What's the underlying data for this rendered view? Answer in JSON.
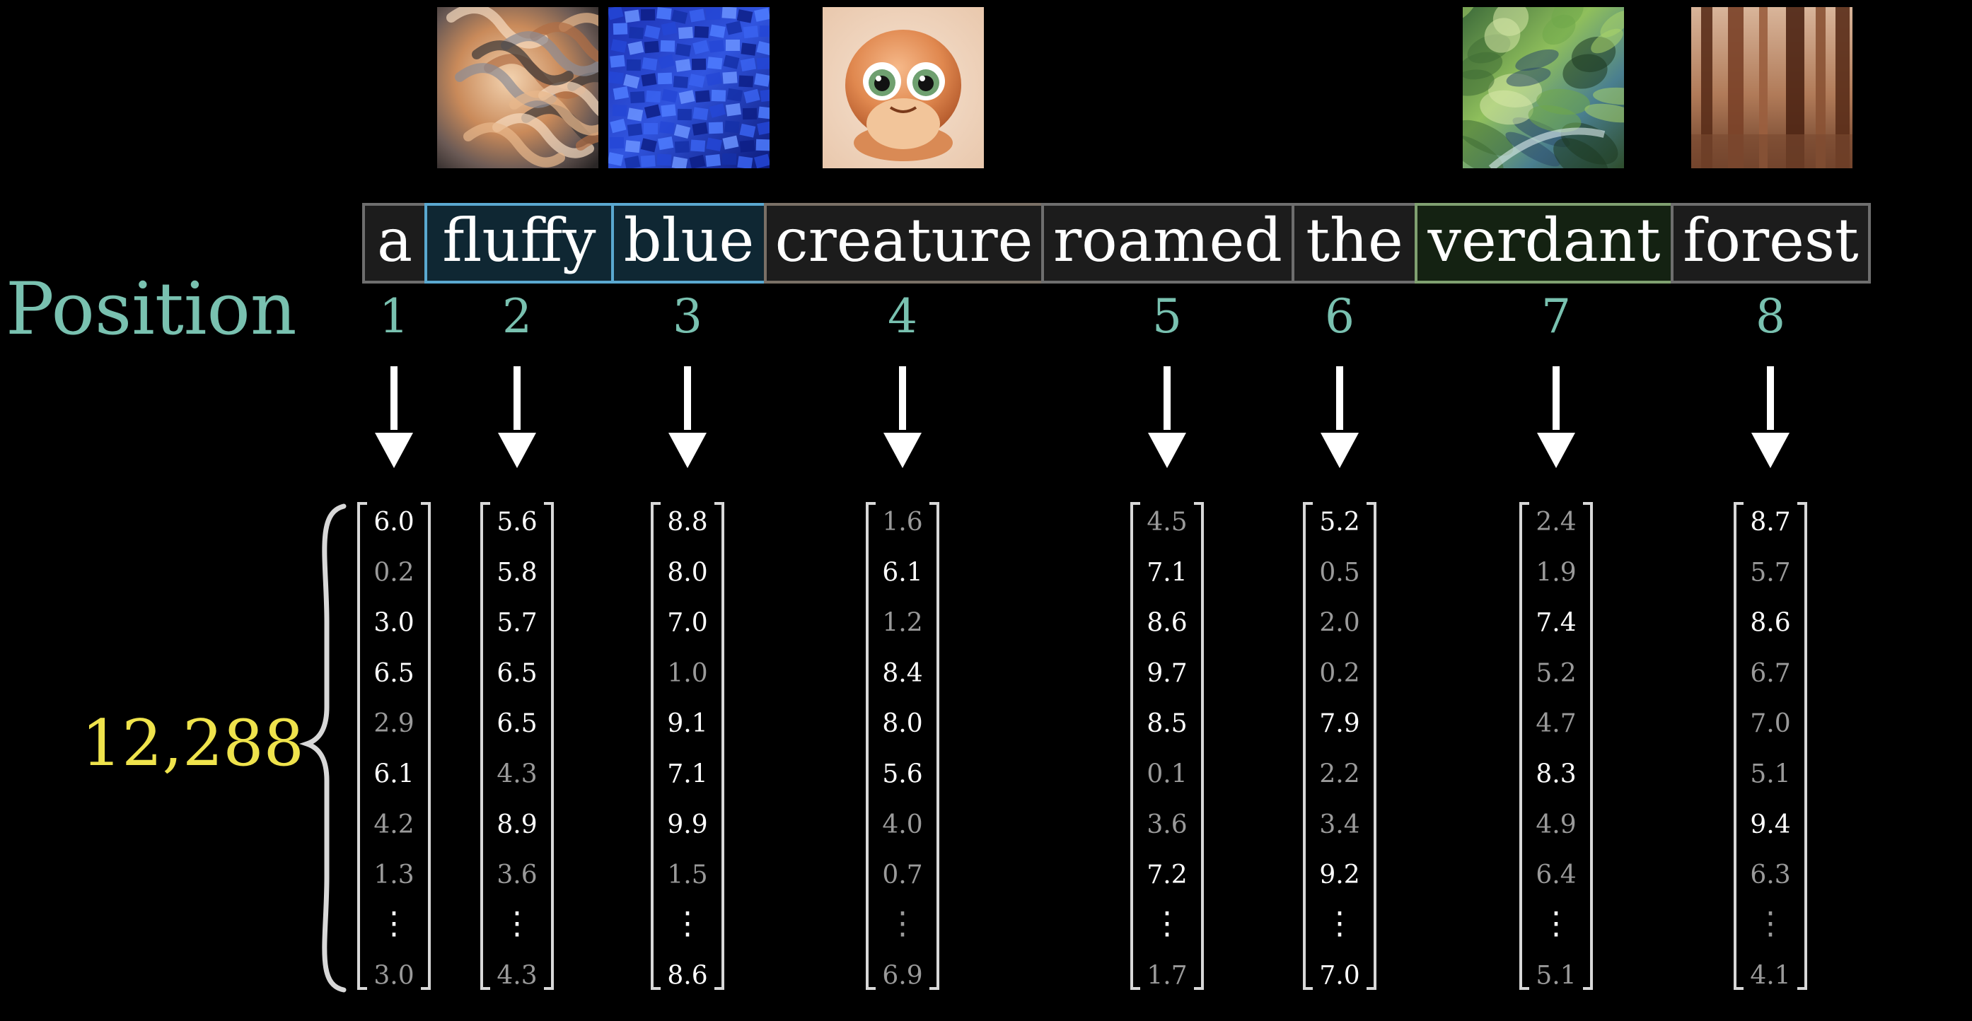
{
  "labels": {
    "position": "Position",
    "dimension": "12,288"
  },
  "colors": {
    "background": "#000000",
    "position_label": "#79C1B0",
    "dimension_label": "#EFE34C",
    "token_text": "#FFFFFF",
    "token_box_fill": "#1C1C1C",
    "token_box_border": "#6E6E6E",
    "number_bright": "#FFFFFF",
    "number_dim": "#9A9A9A",
    "bracket": "#D8D8D8",
    "arrow": "#FFFFFF"
  },
  "tokens": [
    {
      "word": "a",
      "position": "1",
      "border": "#6E6E6E",
      "fill": "#1C1C1C",
      "image": null,
      "vector": [
        {
          "v": "6.0",
          "b": true
        },
        {
          "v": "0.2",
          "b": false
        },
        {
          "v": "3.0",
          "b": true
        },
        {
          "v": "6.5",
          "b": true
        },
        {
          "v": "2.9",
          "b": false
        },
        {
          "v": "6.1",
          "b": true
        },
        {
          "v": "4.2",
          "b": false
        },
        {
          "v": "1.3",
          "b": false
        },
        {
          "v": "⋮",
          "b": true
        },
        {
          "v": "3.0",
          "b": false
        }
      ]
    },
    {
      "word": "fluffy",
      "position": "2",
      "border": "#5AA8D0",
      "fill": "#0F2733",
      "image": "fluffy-texture-image",
      "vector": [
        {
          "v": "5.6",
          "b": true
        },
        {
          "v": "5.8",
          "b": true
        },
        {
          "v": "5.7",
          "b": true
        },
        {
          "v": "6.5",
          "b": true
        },
        {
          "v": "6.5",
          "b": true
        },
        {
          "v": "4.3",
          "b": false
        },
        {
          "v": "8.9",
          "b": true
        },
        {
          "v": "3.6",
          "b": false
        },
        {
          "v": "⋮",
          "b": true
        },
        {
          "v": "4.3",
          "b": false
        }
      ]
    },
    {
      "word": "blue",
      "position": "3",
      "border": "#5AA8D0",
      "fill": "#0F2733",
      "image": "blue-texture-image",
      "vector": [
        {
          "v": "8.8",
          "b": true
        },
        {
          "v": "8.0",
          "b": true
        },
        {
          "v": "7.0",
          "b": true
        },
        {
          "v": "1.0",
          "b": false
        },
        {
          "v": "9.1",
          "b": true
        },
        {
          "v": "7.1",
          "b": true
        },
        {
          "v": "9.9",
          "b": true
        },
        {
          "v": "1.5",
          "b": false
        },
        {
          "v": "⋮",
          "b": true
        },
        {
          "v": "8.6",
          "b": true
        }
      ]
    },
    {
      "word": "creature",
      "position": "4",
      "border": "#7A7066",
      "fill": "#1C1C1C",
      "image": "creature-image",
      "vector": [
        {
          "v": "1.6",
          "b": false
        },
        {
          "v": "6.1",
          "b": true
        },
        {
          "v": "1.2",
          "b": false
        },
        {
          "v": "8.4",
          "b": true
        },
        {
          "v": "8.0",
          "b": true
        },
        {
          "v": "5.6",
          "b": true
        },
        {
          "v": "4.0",
          "b": false
        },
        {
          "v": "0.7",
          "b": false
        },
        {
          "v": "⋮",
          "b": false
        },
        {
          "v": "6.9",
          "b": false
        }
      ]
    },
    {
      "word": "roamed",
      "position": "5",
      "border": "#6E6E6E",
      "fill": "#1C1C1C",
      "image": null,
      "vector": [
        {
          "v": "4.5",
          "b": false
        },
        {
          "v": "7.1",
          "b": true
        },
        {
          "v": "8.6",
          "b": true
        },
        {
          "v": "9.7",
          "b": true
        },
        {
          "v": "8.5",
          "b": true
        },
        {
          "v": "0.1",
          "b": false
        },
        {
          "v": "3.6",
          "b": false
        },
        {
          "v": "7.2",
          "b": true
        },
        {
          "v": "⋮",
          "b": true
        },
        {
          "v": "1.7",
          "b": false
        }
      ]
    },
    {
      "word": "the",
      "position": "6",
      "border": "#6E6E6E",
      "fill": "#1C1C1C",
      "image": null,
      "vector": [
        {
          "v": "5.2",
          "b": true
        },
        {
          "v": "0.5",
          "b": false
        },
        {
          "v": "2.0",
          "b": false
        },
        {
          "v": "0.2",
          "b": false
        },
        {
          "v": "7.9",
          "b": true
        },
        {
          "v": "2.2",
          "b": false
        },
        {
          "v": "3.4",
          "b": false
        },
        {
          "v": "9.2",
          "b": true
        },
        {
          "v": "⋮",
          "b": true
        },
        {
          "v": "7.0",
          "b": true
        }
      ]
    },
    {
      "word": "verdant",
      "position": "7",
      "border": "#7FA070",
      "fill": "#142212",
      "image": "verdant-painting-image",
      "vector": [
        {
          "v": "2.4",
          "b": false
        },
        {
          "v": "1.9",
          "b": false
        },
        {
          "v": "7.4",
          "b": true
        },
        {
          "v": "5.2",
          "b": false
        },
        {
          "v": "4.7",
          "b": false
        },
        {
          "v": "8.3",
          "b": true
        },
        {
          "v": "4.9",
          "b": false
        },
        {
          "v": "6.4",
          "b": false
        },
        {
          "v": "⋮",
          "b": true
        },
        {
          "v": "5.1",
          "b": false
        }
      ]
    },
    {
      "word": "forest",
      "position": "8",
      "border": "#6E6E6E",
      "fill": "#1C1C1C",
      "image": "forest-image",
      "vector": [
        {
          "v": "8.7",
          "b": true
        },
        {
          "v": "5.7",
          "b": false
        },
        {
          "v": "8.6",
          "b": true
        },
        {
          "v": "6.7",
          "b": false
        },
        {
          "v": "7.0",
          "b": false
        },
        {
          "v": "5.1",
          "b": false
        },
        {
          "v": "9.4",
          "b": true
        },
        {
          "v": "6.3",
          "b": false
        },
        {
          "v": "⋮",
          "b": false
        },
        {
          "v": "4.1",
          "b": false
        }
      ]
    }
  ]
}
